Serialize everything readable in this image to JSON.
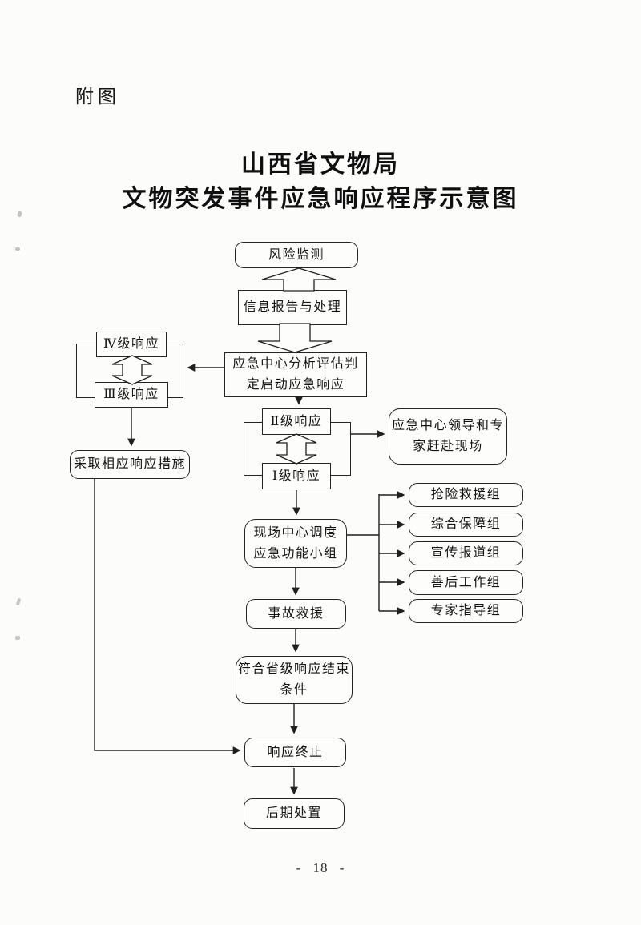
{
  "page": {
    "figure_label": "附图",
    "title_line1": "山西省文物局",
    "title_line2": "文物突发事件应急响应程序示意图",
    "page_number": "- 18 -"
  },
  "flowchart": {
    "line_color": "#1f1f1f",
    "nodes": {
      "risk_monitoring": {
        "label": "风险监测"
      },
      "info_report": {
        "label": "信息报告与处理"
      },
      "analysis": {
        "line1": "应急中心分析评估判",
        "line2": "定启动应急响应"
      },
      "level4": {
        "label": "Ⅳ级响应"
      },
      "level3": {
        "label": "Ⅲ级响应"
      },
      "measures": {
        "label": "采取相应响应措施"
      },
      "level2": {
        "label": "Ⅱ级响应"
      },
      "level1": {
        "label": "Ⅰ级响应"
      },
      "leaders": {
        "line1": "应急中心领导和专",
        "line2": "家赶赴现场"
      },
      "onsite_dispatch": {
        "line1": "现场中心调度",
        "line2": "应急功能小组"
      },
      "group_rescue": {
        "label": "抢险救援组"
      },
      "group_support": {
        "label": "综合保障组"
      },
      "group_publicity": {
        "label": "宣传报道组"
      },
      "group_aftermath": {
        "label": "善后工作组"
      },
      "group_expert": {
        "label": "专家指导组"
      },
      "accident_rescue": {
        "label": "事故救援"
      },
      "end_condition": {
        "line1": "符合省级响应结束",
        "line2": "条件"
      },
      "response_end": {
        "label": "响应终止"
      },
      "post_disposal": {
        "label": "后期处置"
      }
    }
  }
}
